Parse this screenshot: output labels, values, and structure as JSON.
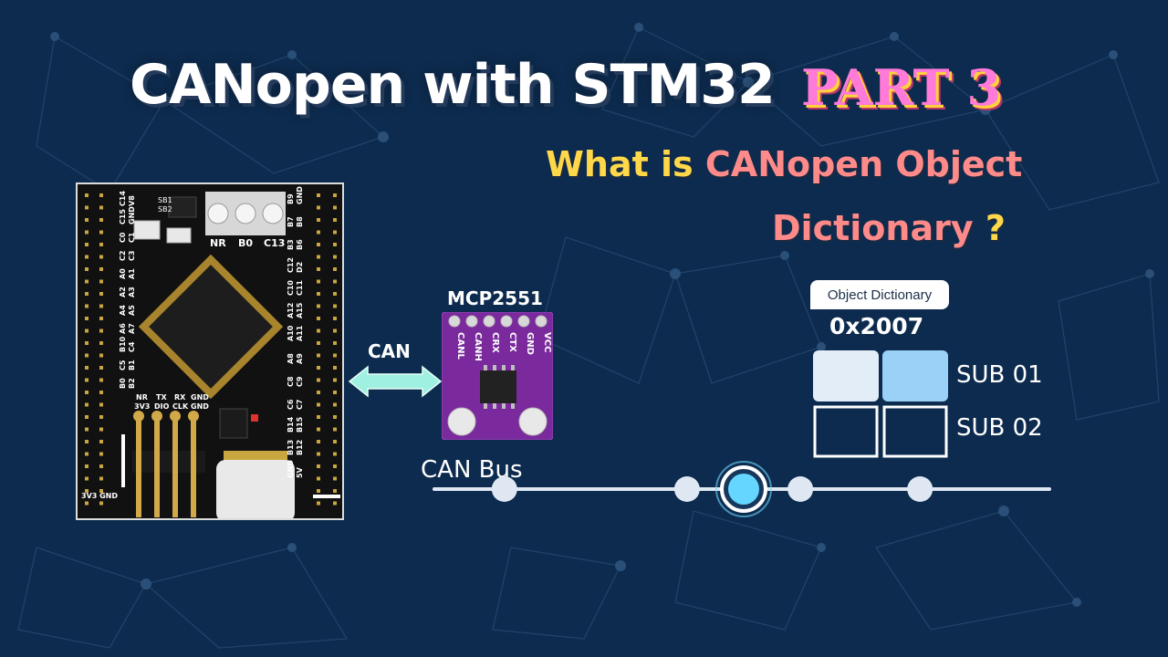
{
  "title": "CANopen with STM32",
  "part": "PART 3",
  "question": {
    "line1_prefix": "What is ",
    "line1_highlight": "CANopen Object",
    "line2": "Dictionary",
    "line2_mark": "?"
  },
  "board": {
    "button_labels": [
      "NR",
      "B0",
      "C13"
    ],
    "pin_labels": [
      "B9",
      "GND",
      "B7",
      "B8",
      "B3",
      "B6",
      "C12",
      "D2",
      "C10",
      "C11",
      "A12",
      "A15",
      "A10",
      "A11",
      "A8",
      "A9",
      "C8",
      "C9",
      "C6",
      "C7",
      "B14",
      "B15",
      "B13",
      "B12",
      "GND",
      "5V"
    ],
    "left_pin_labels": [
      "C14",
      "V8",
      "C15",
      "GND",
      "C0",
      "C1",
      "C2",
      "C3",
      "A0",
      "A1",
      "A2",
      "A3",
      "A4",
      "A5",
      "A6",
      "A7",
      "B10",
      "C4",
      "C5",
      "B1",
      "B0",
      "B2"
    ],
    "chip_labels": [
      "SB1",
      "SB2"
    ],
    "header_labels": [
      "NR",
      "TX",
      "RX",
      "GND",
      "3V3",
      "DIO",
      "CLK",
      "GND"
    ],
    "bottom_label": "3V3 GND"
  },
  "can_label": "CAN",
  "transceiver": {
    "name": "MCP2551",
    "pins": [
      "CANL",
      "CANH",
      "CRX",
      "CTX",
      "GND",
      "VCC"
    ]
  },
  "bus": {
    "label": "CAN Bus",
    "node_positions": [
      0.12,
      0.41,
      0.5,
      0.59,
      0.78
    ],
    "active_node": 2
  },
  "object_dictionary": {
    "tag": "Object Dictionary",
    "index": "0x2007",
    "sub1": "SUB 01",
    "sub2": "SUB 02"
  },
  "colors": {
    "background": "#0d2b4e",
    "part": "#ff7ad9",
    "question_yellow": "#ffd84a",
    "question_pink": "#ff8a8a",
    "board_purple": "#7a2a9c",
    "bus_node": "#dfe8f2",
    "active_node": "#64d6ff"
  }
}
